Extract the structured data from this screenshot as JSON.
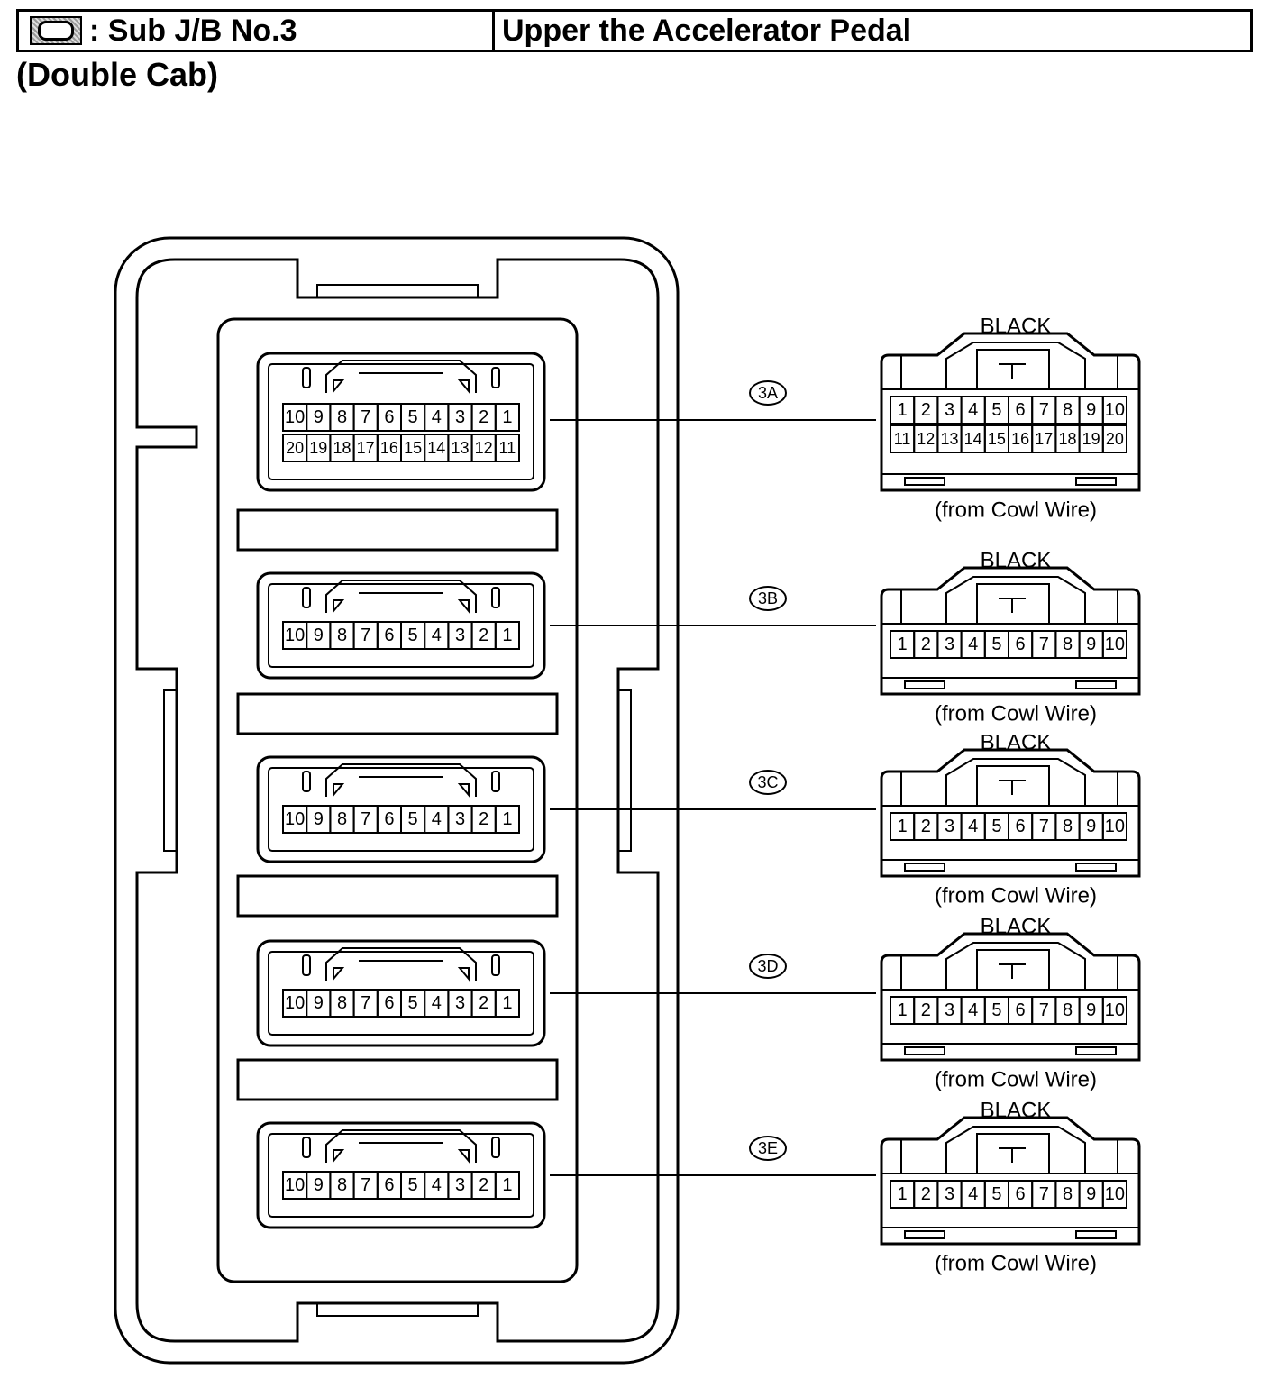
{
  "header": {
    "location_name": "Sub J/B No.3",
    "location_desc": "Upper the Accelerator Pedal",
    "icon": "junction-block-icon"
  },
  "subtitle": "(Double Cab)",
  "connectors": [
    {
      "code": "3A",
      "color": "BLACK",
      "source": "(from Cowl Wire)",
      "rows": 2,
      "pins_row1": [
        "1",
        "2",
        "3",
        "4",
        "5",
        "6",
        "7",
        "8",
        "9",
        "10"
      ],
      "pins_row2": [
        "11",
        "12",
        "13",
        "14",
        "15",
        "16",
        "17",
        "18",
        "19",
        "20"
      ]
    },
    {
      "code": "3B",
      "color": "BLACK",
      "source": "(from Cowl Wire)",
      "rows": 1,
      "pins_row1": [
        "1",
        "2",
        "3",
        "4",
        "5",
        "6",
        "7",
        "8",
        "9",
        "10"
      ]
    },
    {
      "code": "3C",
      "color": "BLACK",
      "source": "(from Cowl Wire)",
      "rows": 1,
      "pins_row1": [
        "1",
        "2",
        "3",
        "4",
        "5",
        "6",
        "7",
        "8",
        "9",
        "10"
      ]
    },
    {
      "code": "3D",
      "color": "BLACK",
      "source": "(from Cowl Wire)",
      "rows": 1,
      "pins_row1": [
        "1",
        "2",
        "3",
        "4",
        "5",
        "6",
        "7",
        "8",
        "9",
        "10"
      ]
    },
    {
      "code": "3E",
      "color": "BLACK",
      "source": "(from Cowl Wire)",
      "rows": 1,
      "pins_row1": [
        "1",
        "2",
        "3",
        "4",
        "5",
        "6",
        "7",
        "8",
        "9",
        "10"
      ]
    }
  ]
}
